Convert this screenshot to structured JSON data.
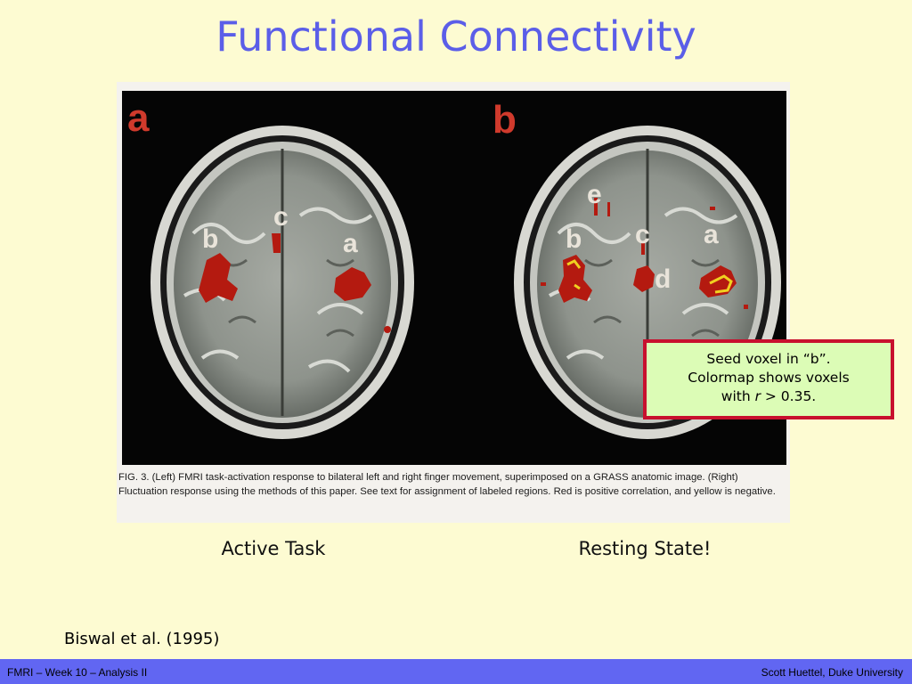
{
  "slide": {
    "title": "Functional Connectivity"
  },
  "figure": {
    "panel_a": {
      "letter": "a",
      "labels": [
        "c",
        "b",
        "a"
      ]
    },
    "panel_b": {
      "letter": "b",
      "labels": [
        "e",
        "b",
        "c",
        "a",
        "d"
      ]
    },
    "caption": "FIG. 3. (Left) FMRI task-activation response to bilateral left and right finger movement, superimposed on a GRASS anatomic image. (Right) Fluctuation response using the methods of this paper. See text for assignment of labeled regions. Red is positive correlation, and yellow is negative."
  },
  "labels": {
    "left": "Active Task",
    "right": "Resting State!"
  },
  "note": {
    "line1": "Seed voxel in “b”.",
    "line2": "Colormap shows voxels",
    "line3_prefix": "with ",
    "line3_var": "r",
    "line3_suffix": " > 0.35."
  },
  "citation": "Biswal et al. (1995)",
  "footer": {
    "left": "FMRI – Week 10 – Analysis II",
    "right": "Scott Huettel, Duke University"
  },
  "colors": {
    "title": "#5b5ee8",
    "background": "#fdfbd2",
    "footer": "#6166f2",
    "note_border": "#c8102e",
    "note_fill": "#dcfcb6",
    "activation_red": "#b41a10",
    "activation_yellow": "#f0d020"
  }
}
